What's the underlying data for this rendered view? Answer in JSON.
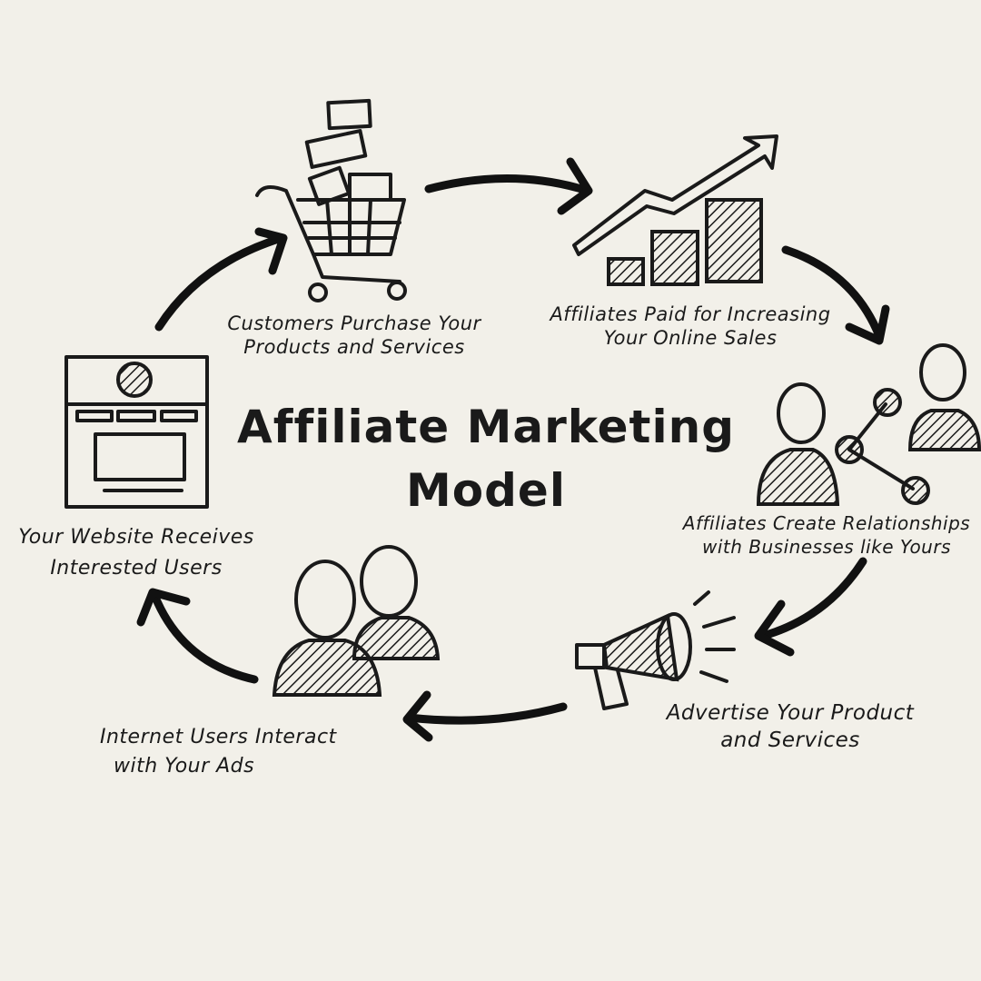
{
  "title": {
    "line1": "Affiliate Marketing",
    "line2": "Model"
  },
  "steps": [
    {
      "line1": "Customers Purchase Your",
      "line2": "Products and Services",
      "icon": "shopping-cart-icon"
    },
    {
      "line1": "Affiliates Paid for Increasing",
      "line2": "Your Online Sales",
      "icon": "growth-chart-icon"
    },
    {
      "line1": "Affiliates Create Relationships",
      "line2": "with Businesses like Yours",
      "icon": "network-people-icon"
    },
    {
      "line1": "Advertise Your Product",
      "line2": "and Services",
      "icon": "megaphone-icon"
    },
    {
      "line1": "Internet Users Interact",
      "line2": "with Your Ads",
      "icon": "users-icon"
    },
    {
      "line1": "Your Website Receives",
      "line2": "Interested Users",
      "icon": "website-icon"
    }
  ],
  "colors": {
    "background": "#f2f0e9",
    "ink": "#1a1a1a"
  }
}
